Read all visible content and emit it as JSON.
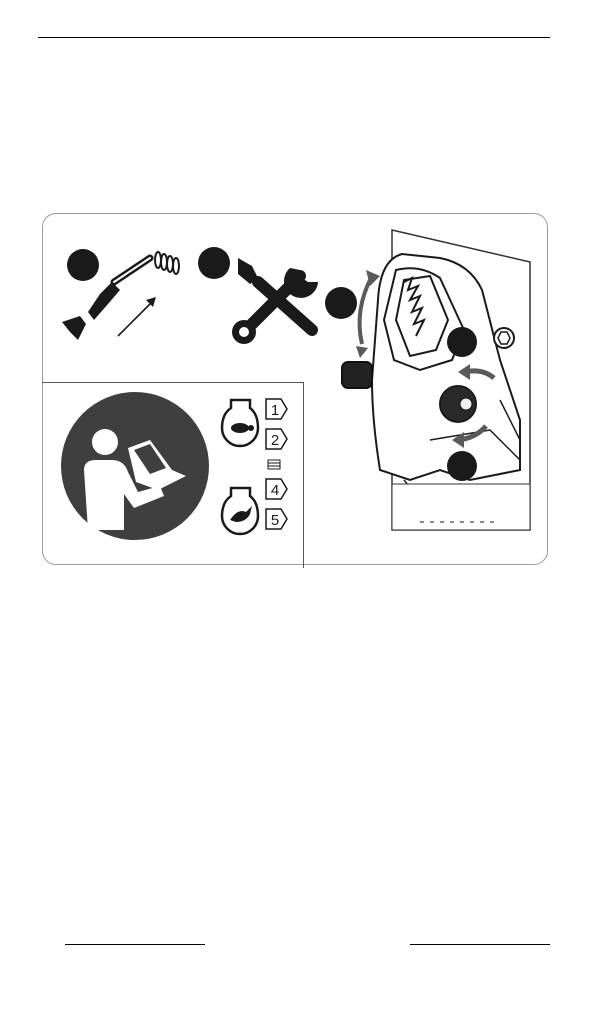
{
  "page": {
    "header_rule": true,
    "footer_rules": 2
  },
  "panel": {
    "icons": [
      "step-dot-1-icon",
      "screwdriver-cable-icon",
      "step-dot-2-icon",
      "wrench-screwdriver-icon",
      "step-dot-3-icon",
      "read-manual-icon",
      "turtle-slow-icon",
      "rabbit-fast-icon"
    ],
    "speed_levels": [
      "1",
      "2",
      "4",
      "5"
    ],
    "colors": {
      "dark": "#1a1a1a",
      "manual_circle": "#3f3f3f",
      "arrow_gray": "#5a5a5a",
      "border": "#9a9a9a"
    }
  }
}
